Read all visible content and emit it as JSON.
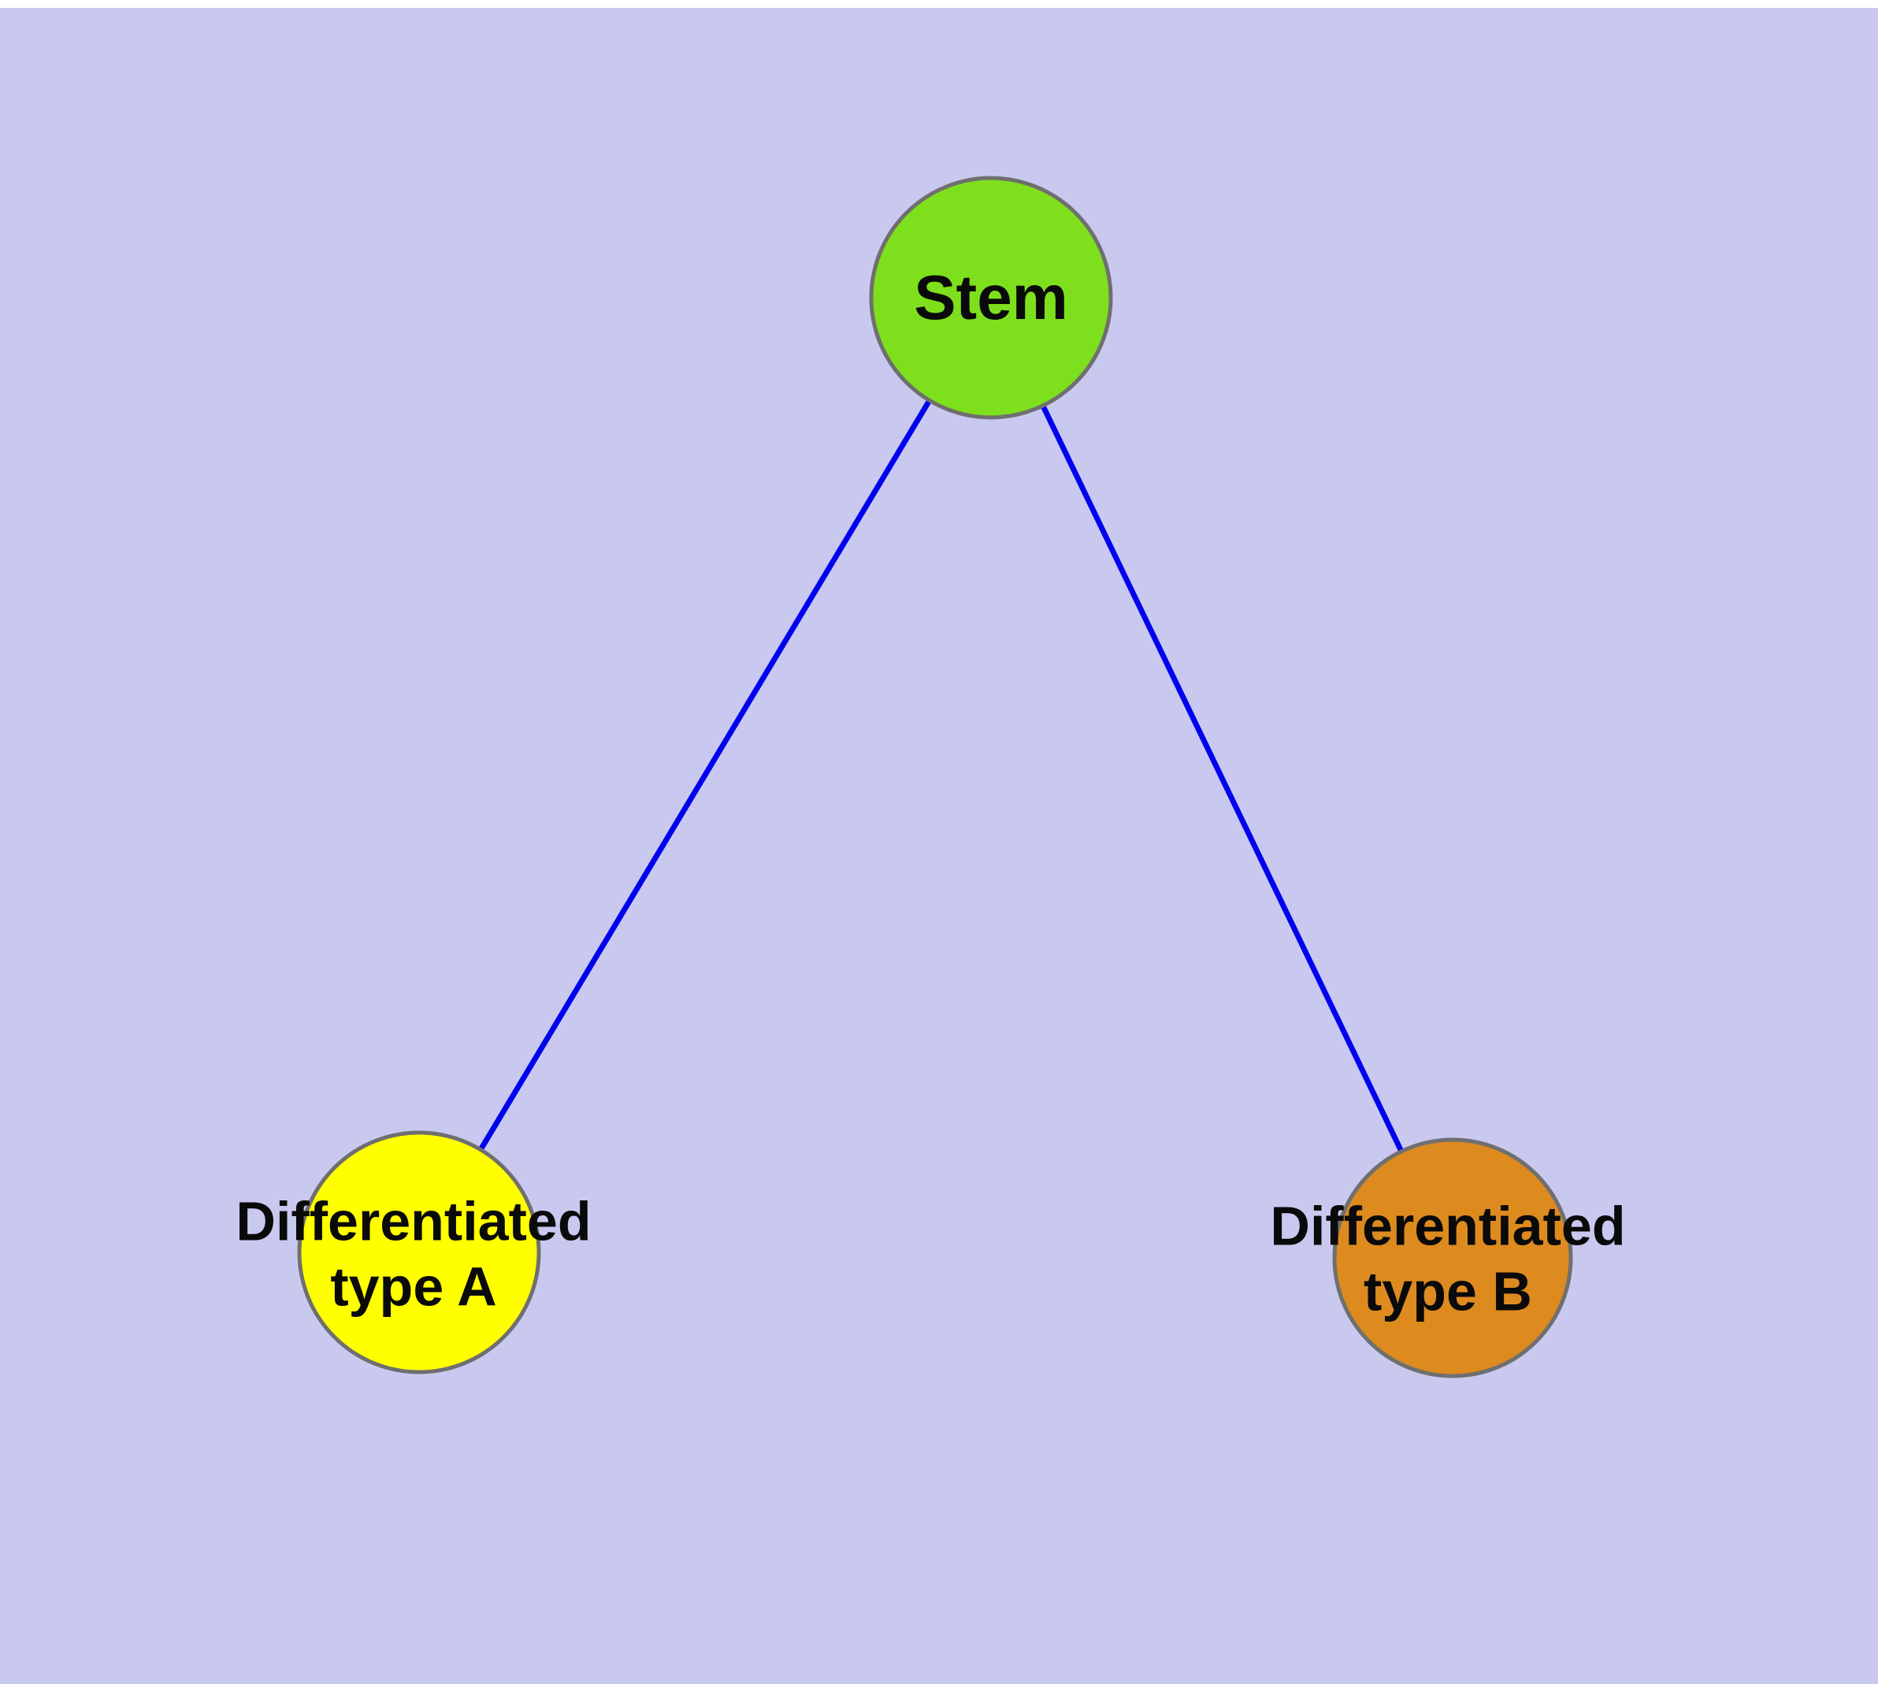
{
  "diagram": {
    "background_color": "#c9c9f0",
    "edge_color": "#0000ee",
    "node_border_color": "#6f6f6f",
    "nodes": [
      {
        "id": "stem",
        "label": "Stem",
        "fill": "#7ee01c"
      },
      {
        "id": "type-a",
        "label": "Differentiated\ntype A",
        "fill": "#ffff00"
      },
      {
        "id": "type-b",
        "label": "Differentiated\ntype B",
        "fill": "#dd8a1f"
      }
    ],
    "edges": [
      {
        "from": "stem",
        "to": "type-a"
      },
      {
        "from": "stem",
        "to": "type-b"
      }
    ]
  }
}
